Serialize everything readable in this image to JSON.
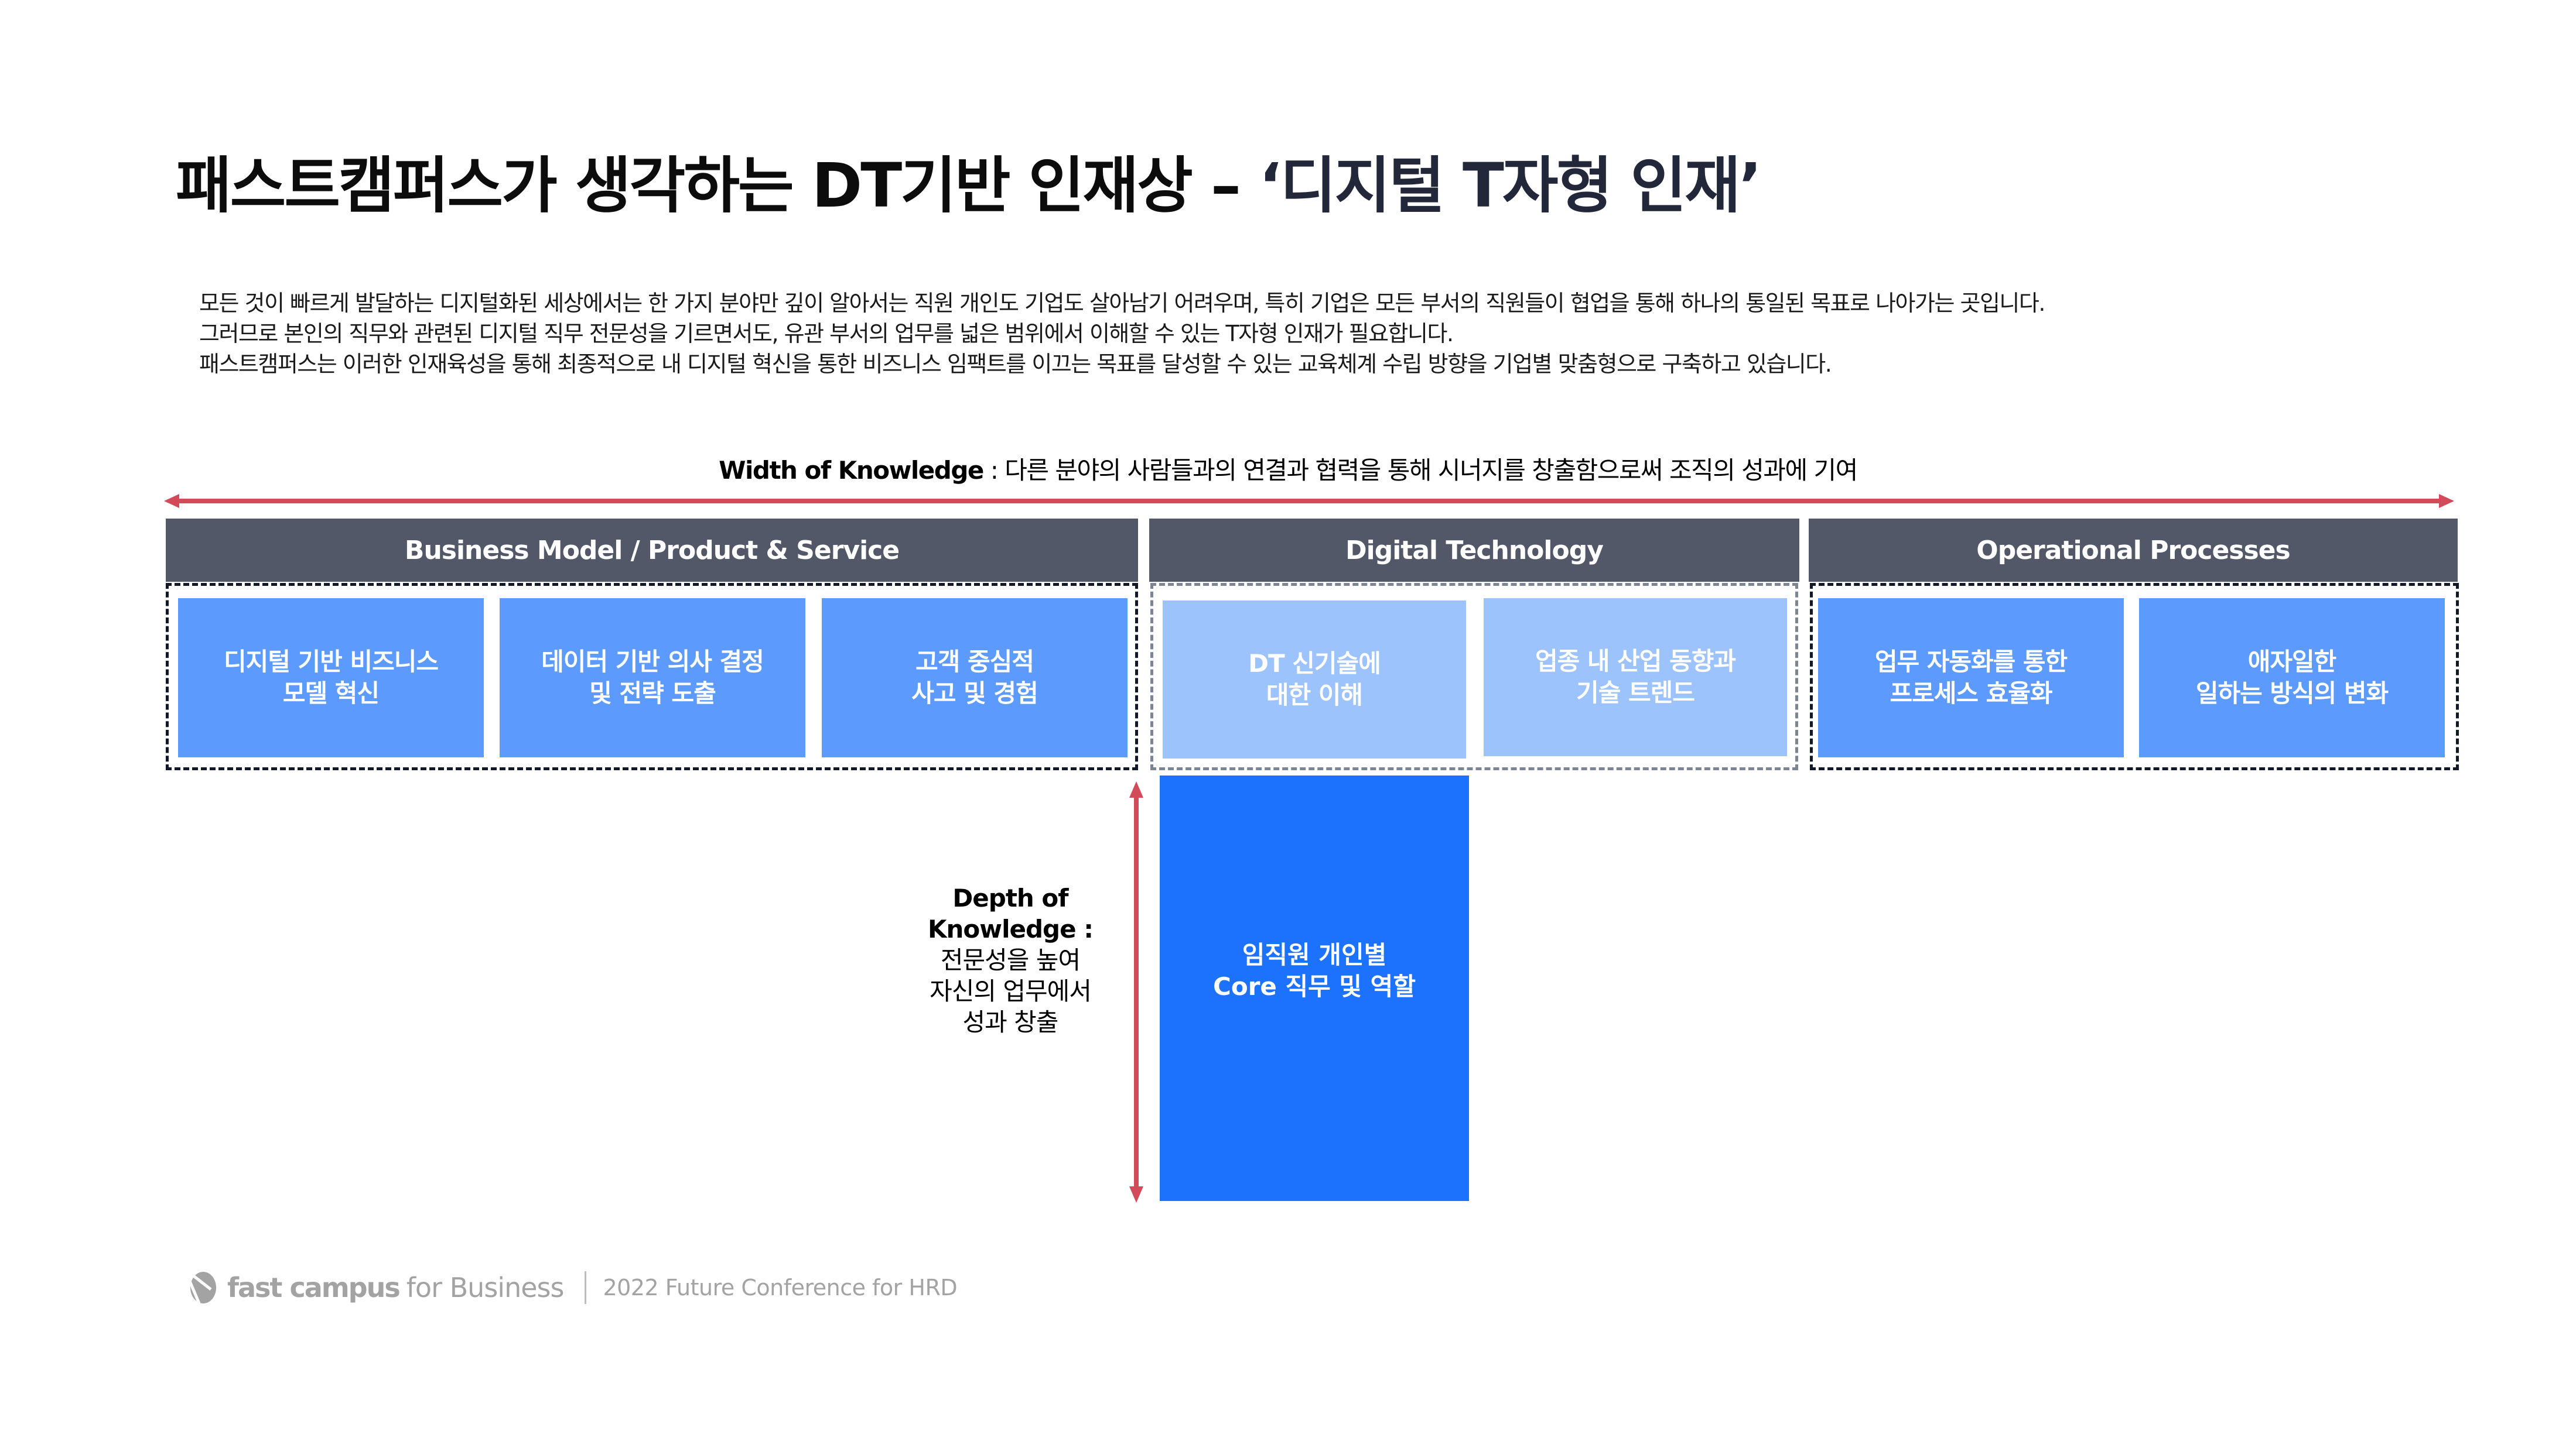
{
  "title": {
    "main": "패스트캠퍼스가 생각하는 DT기반 인재상 – ",
    "accent": "‘디지털 T자형 인재’"
  },
  "intro": {
    "lines": [
      "모든 것이 빠르게 발달하는 디지털화된 세상에서는 한 가지 분야만 깊이 알아서는 직원 개인도 기업도 살아남기 어려우며, 특히 기업은 모든 부서의 직원들이 협업을 통해 하나의 통일된 목표로 나아가는 곳입니다.",
      "그러므로 본인의 직무와 관련된 디지털 직무 전문성을 기르면서도, 유관 부서의 업무를 넓은 범위에서 이해할 수 있는 T자형 인재가 필요합니다.",
      "패스트캠퍼스는 이러한 인재육성을 통해 최종적으로 내 디지털 혁신을 통한 비즈니스 임팩트를 이끄는 목표를 달성할 수 있는 교육체계 수립 방향을 기업별 맞춤형으로 구축하고 있습니다."
    ]
  },
  "width_of_knowledge": {
    "label": "Width of Knowledge",
    "separator": " : ",
    "description": "다른 분야의 사람들과의 연결과 협력을 통해 시너지를 창출함으로써 조직의 성과에 기여"
  },
  "depth_of_knowledge": {
    "label_line1": "Depth of",
    "label_line2": "Knowledge :",
    "desc_lines": [
      "전문성을 높여",
      "자신의 업무에서",
      "성과 창출"
    ]
  },
  "categories": [
    {
      "header": "Business Model / Product & Service",
      "cards": [
        {
          "line1": "디지털 기반 비즈니스",
          "line2": "모델 혁신"
        },
        {
          "line1": "데이터 기반 의사 결정",
          "line2": "및 전략 도출"
        },
        {
          "line1": "고객 중심적",
          "line2": "사고 및 경험"
        }
      ]
    },
    {
      "header": "Digital Technology",
      "cards": [
        {
          "line1": "DT 신기술에",
          "line2": "대한 이해"
        },
        {
          "line1": "업종 내 산업 동향과",
          "line2": "기술 트렌드"
        }
      ]
    },
    {
      "header": "Operational Processes",
      "cards": [
        {
          "line1": "업무 자동화를 통한",
          "line2": "프로세스 효율화"
        },
        {
          "line1": "애자일한",
          "line2": "일하는 방식의 변화"
        }
      ]
    }
  ],
  "core": {
    "line1": "임직원 개인별",
    "line2": "Core 직무 및 역할"
  },
  "footer": {
    "brand": "fast campus",
    "brand_sub": "for Business",
    "conference": "2022 Future Conference for HRD"
  },
  "colors": {
    "header_bg": "#525867",
    "card_mid": "#5c9bfd",
    "card_light": "#9dc3fc",
    "core_blue": "#1c71fd",
    "arrow_red": "#d14b5a",
    "footer_grey": "#a3a3a3"
  }
}
